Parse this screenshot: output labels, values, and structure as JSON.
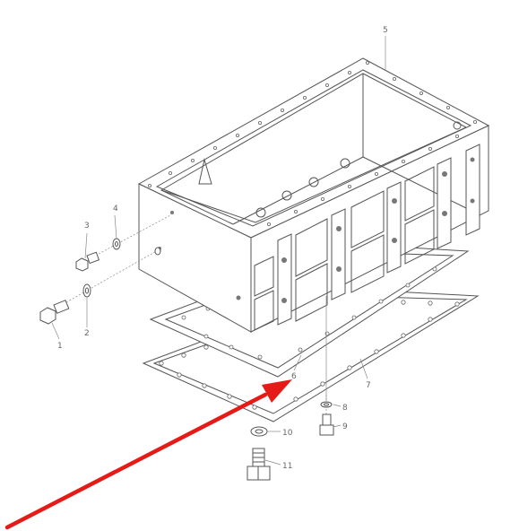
{
  "callouts": [
    {
      "id": "part-1",
      "text": "1"
    },
    {
      "id": "part-2",
      "text": "2"
    },
    {
      "id": "part-3",
      "text": "3"
    },
    {
      "id": "part-4",
      "text": "4"
    },
    {
      "id": "part-5",
      "text": "5"
    },
    {
      "id": "part-6",
      "text": "6"
    },
    {
      "id": "part-7",
      "text": "7"
    },
    {
      "id": "part-8",
      "text": "8"
    },
    {
      "id": "part-9",
      "text": "9"
    },
    {
      "id": "part-10",
      "text": "10"
    },
    {
      "id": "part-11",
      "text": "11"
    }
  ],
  "colors": {
    "line": "#555555",
    "arrow": "#e41b17",
    "background": "#ffffff"
  }
}
